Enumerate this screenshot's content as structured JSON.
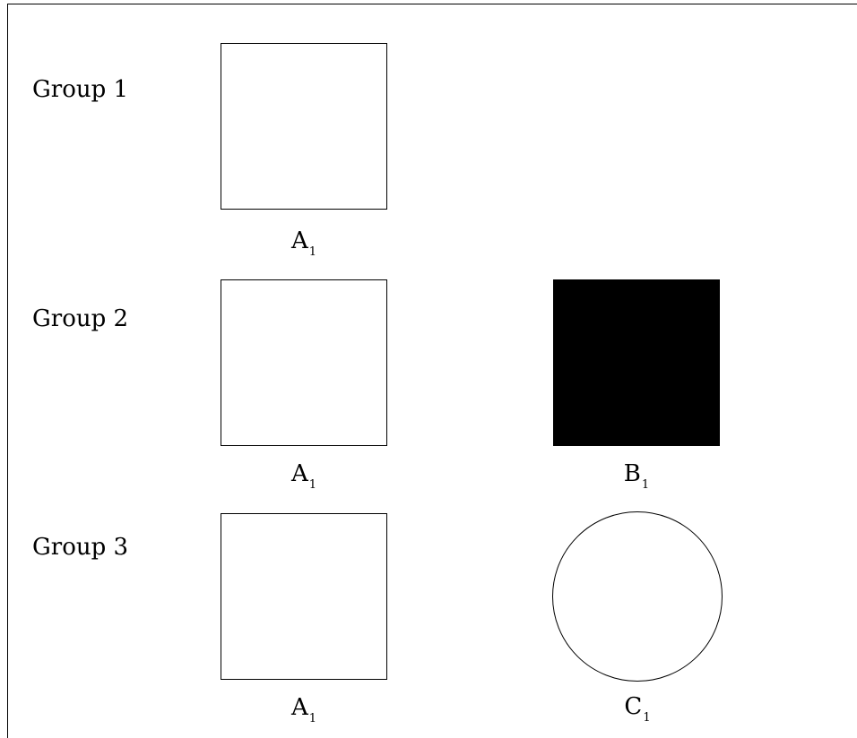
{
  "groups": [
    {
      "label": "Group 1",
      "items": [
        {
          "letter": "A",
          "sub": "1",
          "shape": "square",
          "fill": "#ffffff"
        }
      ]
    },
    {
      "label": "Group 2",
      "items": [
        {
          "letter": "A",
          "sub": "1",
          "shape": "square",
          "fill": "#ffffff"
        },
        {
          "letter": "B",
          "sub": "1",
          "shape": "square",
          "fill": "#000000"
        }
      ]
    },
    {
      "label": "Group 3",
      "items": [
        {
          "letter": "A",
          "sub": "1",
          "shape": "square",
          "fill": "#ffffff"
        },
        {
          "letter": "C",
          "sub": "1",
          "shape": "circle",
          "fill": "#ffffff"
        }
      ]
    }
  ]
}
